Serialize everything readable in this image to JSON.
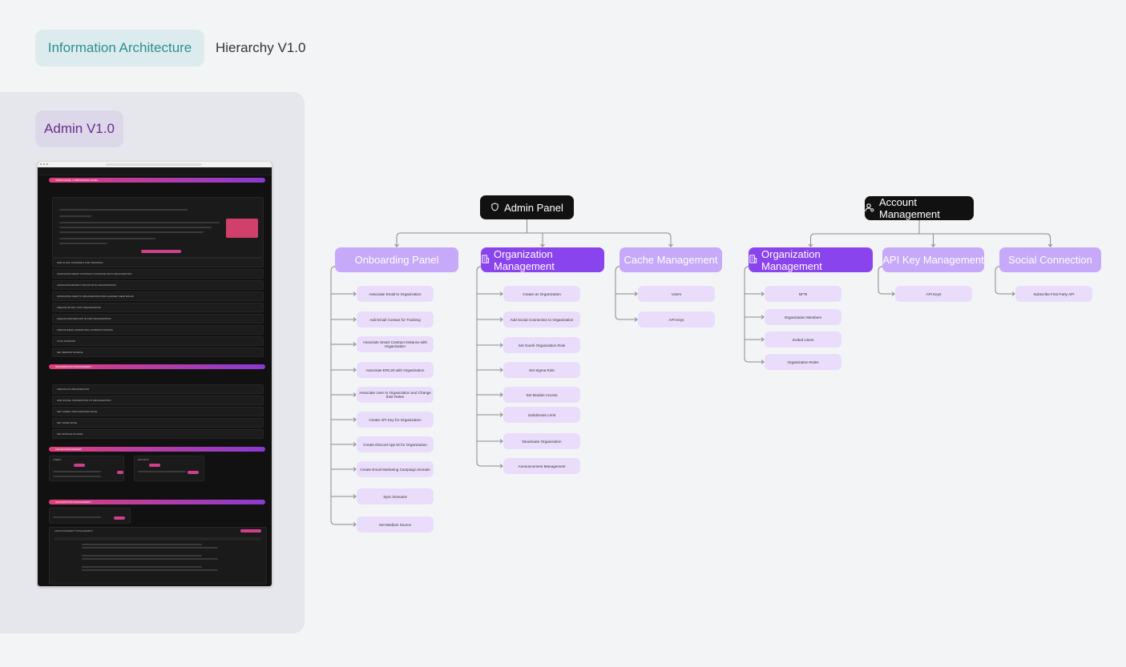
{
  "header": {
    "chip_label": "Information Architecture",
    "title": "Hierarchy V1.0"
  },
  "admin_panel": {
    "chip_label": "Admin V1.0",
    "mockup": {
      "sections": [
        {
          "title": "ADMIN PANEL | ONBOARDING PANEL"
        },
        {
          "title": "ORGANIZATION MANAGEMENT"
        },
        {
          "title": "CACHE MANAGEMENT"
        },
        {
          "title": "ORGANIZATION MANAGEMENT"
        }
      ],
      "onboarding_rows": [
        "ADD SLACK CHANNELS FOR TRACKING",
        "ASSOCIATE SMART CONTRACT INSTANCE WITH ORGANIZATION",
        "ASSOCIATE DECENT GROUP WITH ORGANIZATION",
        "ASSOCIATE USER TO ORGANIZATION AND CHANGE THEIR ROLES",
        "CREATE API KEY FOR ORGANIZATION",
        "CREATE DISCORD APP ID FOR ORGANIZATION",
        "CREATE EMAIL MARKETING CAMPAIGN DOMAIN",
        "SYNC DOMAINS",
        "SET MEDIUM SOURCE"
      ],
      "org_rows": [
        "CREATE AN ORGANIZATION",
        "ADD SOCIAL CONNECTION TO ORGANIZATION",
        "SET GOERLI ORGANIZATION ROLE",
        "SET SIGMA ROLE",
        "SET MODULE ACCESS"
      ],
      "cache_labels": [
        "USERS",
        "API KEYS"
      ],
      "table_title": "ANNOUNCEMENT MANAGEMENT"
    }
  },
  "diagram": {
    "roots": [
      {
        "label": "Admin Panel",
        "icon": "shield-icon"
      },
      {
        "label": "Account Management",
        "icon": "users-gear-icon"
      }
    ],
    "categories": [
      {
        "label": "Onboarding Panel",
        "icon": "",
        "style": "light",
        "children": [
          "Associate Email to Organization",
          "Add Email Contact for Tracking",
          "Associate Smart Contract Instance with Organization",
          "Associate ERC20 with Organization",
          "Associate User to Organization and Change their Roles",
          "Create API Key for Organization",
          "Create Discord App ID for Organization",
          "Create Email Marketing Campaign Domain",
          "Sync Domains",
          "Set Medium Source"
        ]
      },
      {
        "label": "Organization Management",
        "icon": "building-icon",
        "style": "dark",
        "children": [
          "Create an Organization",
          "Add Social Connection to Organization",
          "Set Goerli Organization Role",
          "Set Sigma Role",
          "Set Module Access",
          "Subdomain Limit",
          "Deactivate Organization",
          "Announcement Management"
        ]
      },
      {
        "label": "Cache Management",
        "icon": "",
        "style": "light",
        "children": [
          "Users",
          "API Keys"
        ]
      },
      {
        "label": "Organization Management",
        "icon": "building-icon",
        "style": "dark",
        "children": [
          "NFTs",
          "Organization Members",
          "Invited Users",
          "Organization Roles"
        ]
      },
      {
        "label": "API Key Management",
        "icon": "",
        "style": "light",
        "children": [
          "API Keys"
        ]
      },
      {
        "label": "Social Connection",
        "icon": "",
        "style": "light",
        "children": [
          "Subscribe First Party API"
        ]
      }
    ],
    "colors": {
      "root": "#111111",
      "category_light": "#c7a9f9",
      "category_dark": "#8a44ee",
      "leaf": "#e9ddfb",
      "connector": "#8a8a8a"
    }
  }
}
